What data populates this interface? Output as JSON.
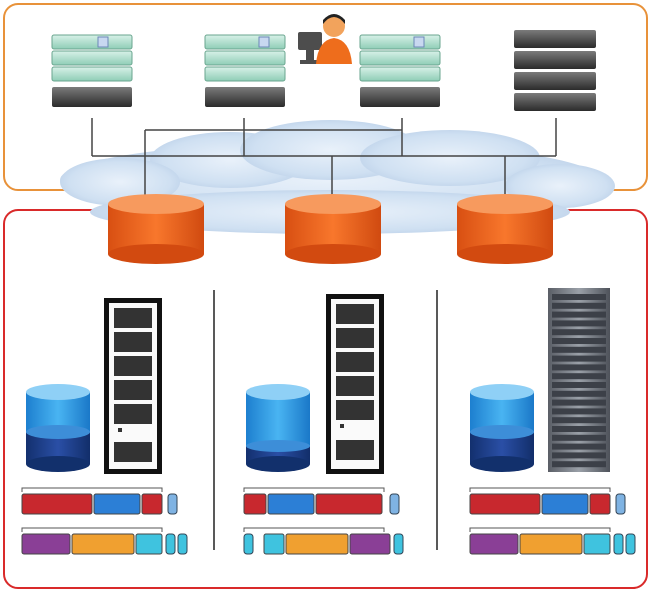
{
  "diagram": {
    "top_zone": {
      "border_color": "#e8923a",
      "servers": [
        {
          "kind": "virtualized-server",
          "icon": "server-stack-icon"
        },
        {
          "kind": "virtualized-server",
          "icon": "server-stack-icon"
        },
        {
          "kind": "virtualized-server",
          "icon": "server-stack-icon"
        },
        {
          "kind": "physical-server",
          "icon": "dark-server-stack-icon"
        }
      ],
      "user": {
        "icon": "admin-user-icon"
      }
    },
    "network_cloud": {
      "fill": "#cfe0f2",
      "icon": "cloud-icon"
    },
    "storage_pools": {
      "count": 3,
      "fill": "#f26a24",
      "icon": "storage-cylinder-icon"
    },
    "bottom_zone": {
      "border_color": "#d92a2a",
      "columns": [
        {
          "rack": "white-rack",
          "cylinder_fill_top": "#2f9ee8",
          "cylinder_fill_bottom": "#1a3e8c"
        },
        {
          "rack": "white-rack",
          "cylinder_fill_top": "#2f9ee8",
          "cylinder_fill_bottom": "#1a3e8c"
        },
        {
          "rack": "grey-rack",
          "cylinder_fill_top": "#2f9ee8",
          "cylinder_fill_bottom": "#1a3e8c"
        }
      ]
    },
    "colors": {
      "line": "#444444",
      "red_block": "#c8282e",
      "blue_block": "#2c7fd6",
      "cyan_block": "#3fc3df",
      "purple_block": "#8a3f96",
      "orange_block": "#f0a030"
    }
  }
}
